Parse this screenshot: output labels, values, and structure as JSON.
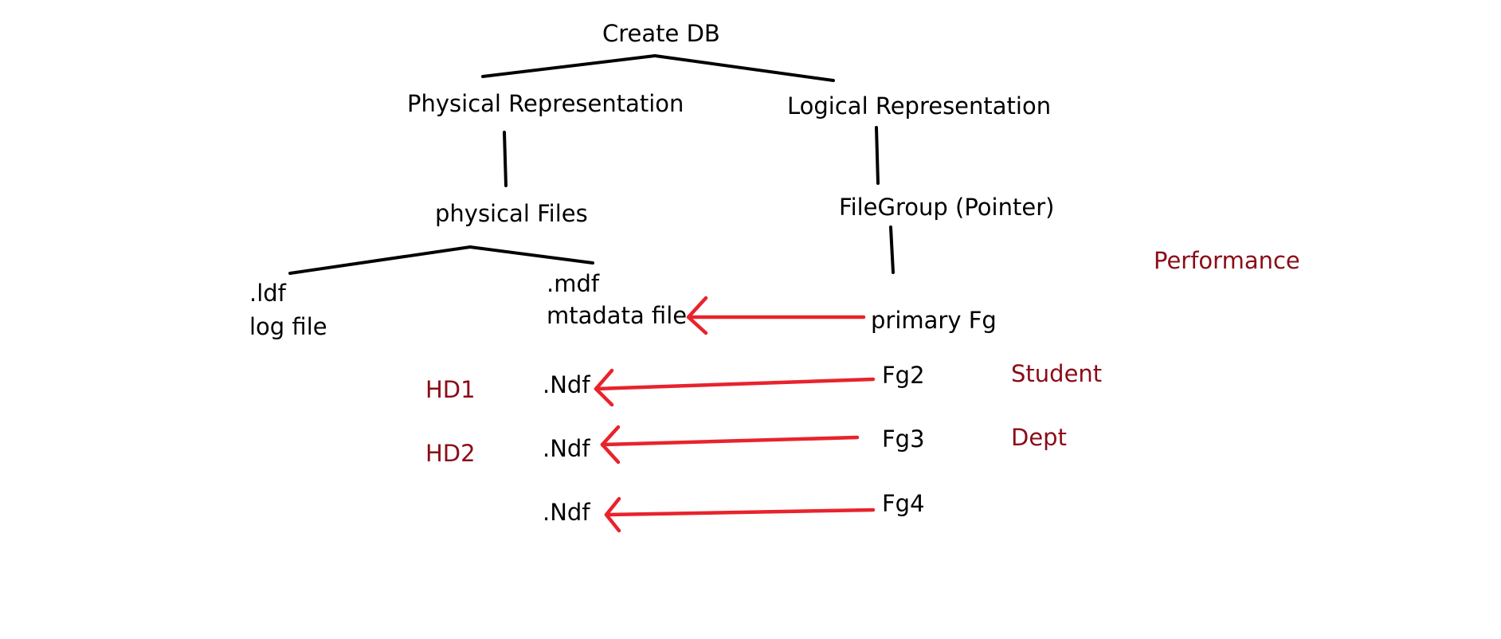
{
  "colors": {
    "ink": "#000000",
    "annotation": "#8b0c17",
    "arrow": "#e8232c"
  },
  "nodes": {
    "root": "Create DB",
    "physical": "Physical Representation",
    "logical": "Logical Representation",
    "physical_files": "physical Files",
    "filegroup": "FileGroup (Pointer)",
    "ldf_ext": ".ldf",
    "ldf_desc": "log file",
    "mdf_ext": ".mdf",
    "mdf_desc": "mtadata file",
    "primary_fg": "primary Fg",
    "ndf_1": ".Ndf",
    "ndf_2": ".Ndf",
    "ndf_3": ".Ndf",
    "fg2": "Fg2",
    "fg3": "Fg3",
    "fg4": "Fg4"
  },
  "annotations": {
    "performance": "Performance",
    "student": "Student",
    "dept": "Dept",
    "hd1": "HD1",
    "hd2": "HD2"
  }
}
